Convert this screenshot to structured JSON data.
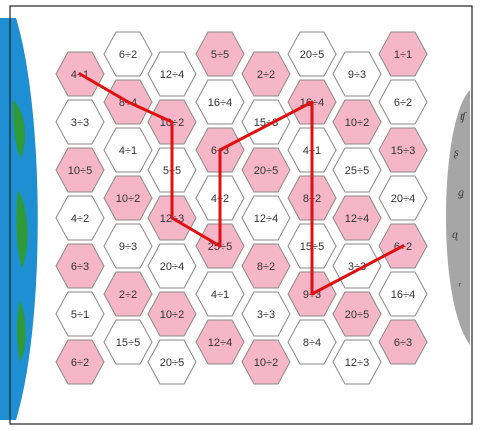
{
  "colors": {
    "shaded": "#f4b6c8",
    "plain": "#ffffff",
    "hex_stroke": "#8a8a8a",
    "path": "#e01010",
    "earth_water": "#1d8fd2",
    "earth_land": "#2e9a3a",
    "moon": "#a6a6a6",
    "frame": "#222222"
  },
  "cells": [
    {
      "label": "6÷2",
      "shaded": false
    },
    {
      "label": "5÷5",
      "shaded": true
    },
    {
      "label": "20÷5",
      "shaded": false
    },
    {
      "label": "1÷1",
      "shaded": true
    },
    {
      "label": "4÷1",
      "shaded": true
    },
    {
      "label": "12÷4",
      "shaded": false
    },
    {
      "label": "2÷2",
      "shaded": true
    },
    {
      "label": "9÷3",
      "shaded": false
    },
    {
      "label": "8÷4",
      "shaded": true
    },
    {
      "label": "16÷4",
      "shaded": false
    },
    {
      "label": "16÷4",
      "shaded": true
    },
    {
      "label": "6÷2",
      "shaded": false
    },
    {
      "label": "3÷3",
      "shaded": false
    },
    {
      "label": "10÷2",
      "shaded": true
    },
    {
      "label": "15÷3",
      "shaded": false
    },
    {
      "label": "10÷2",
      "shaded": true
    },
    {
      "label": "4÷1",
      "shaded": false
    },
    {
      "label": "6÷3",
      "shaded": true
    },
    {
      "label": "4÷1",
      "shaded": false
    },
    {
      "label": "15÷3",
      "shaded": true
    },
    {
      "label": "10÷5",
      "shaded": true
    },
    {
      "label": "5÷5",
      "shaded": false
    },
    {
      "label": "20÷5",
      "shaded": true
    },
    {
      "label": "25÷5",
      "shaded": false
    },
    {
      "label": "10÷2",
      "shaded": true
    },
    {
      "label": "4÷2",
      "shaded": false
    },
    {
      "label": "8÷2",
      "shaded": true
    },
    {
      "label": "20÷4",
      "shaded": false
    },
    {
      "label": "4÷2",
      "shaded": false
    },
    {
      "label": "12÷3",
      "shaded": true
    },
    {
      "label": "12÷4",
      "shaded": false
    },
    {
      "label": "12÷4",
      "shaded": true
    },
    {
      "label": "9÷3",
      "shaded": false
    },
    {
      "label": "25÷5",
      "shaded": true
    },
    {
      "label": "15÷5",
      "shaded": false
    },
    {
      "label": "6÷2",
      "shaded": true
    },
    {
      "label": "6÷3",
      "shaded": true
    },
    {
      "label": "20÷4",
      "shaded": false
    },
    {
      "label": "8÷2",
      "shaded": true
    },
    {
      "label": "3÷3",
      "shaded": false
    },
    {
      "label": "2÷2",
      "shaded": true
    },
    {
      "label": "4÷1",
      "shaded": false
    },
    {
      "label": "9÷3",
      "shaded": true
    },
    {
      "label": "16÷4",
      "shaded": false
    },
    {
      "label": "5÷1",
      "shaded": false
    },
    {
      "label": "10÷2",
      "shaded": true
    },
    {
      "label": "3÷3",
      "shaded": false
    },
    {
      "label": "20÷5",
      "shaded": true
    },
    {
      "label": "15÷5",
      "shaded": false
    },
    {
      "label": "12÷4",
      "shaded": true
    },
    {
      "label": "8÷4",
      "shaded": false
    },
    {
      "label": "6÷3",
      "shaded": true
    },
    {
      "label": "6÷2",
      "shaded": true
    },
    {
      "label": "20÷5",
      "shaded": false
    },
    {
      "label": "10÷2",
      "shaded": true
    },
    {
      "label": "12÷3",
      "shaded": false
    }
  ],
  "path": [
    4,
    8,
    13,
    29,
    33,
    17,
    10,
    42,
    35
  ],
  "moon_marks": [
    "ʧ",
    "ʂ",
    "ǥ",
    "ɋ",
    "ʳ"
  ]
}
